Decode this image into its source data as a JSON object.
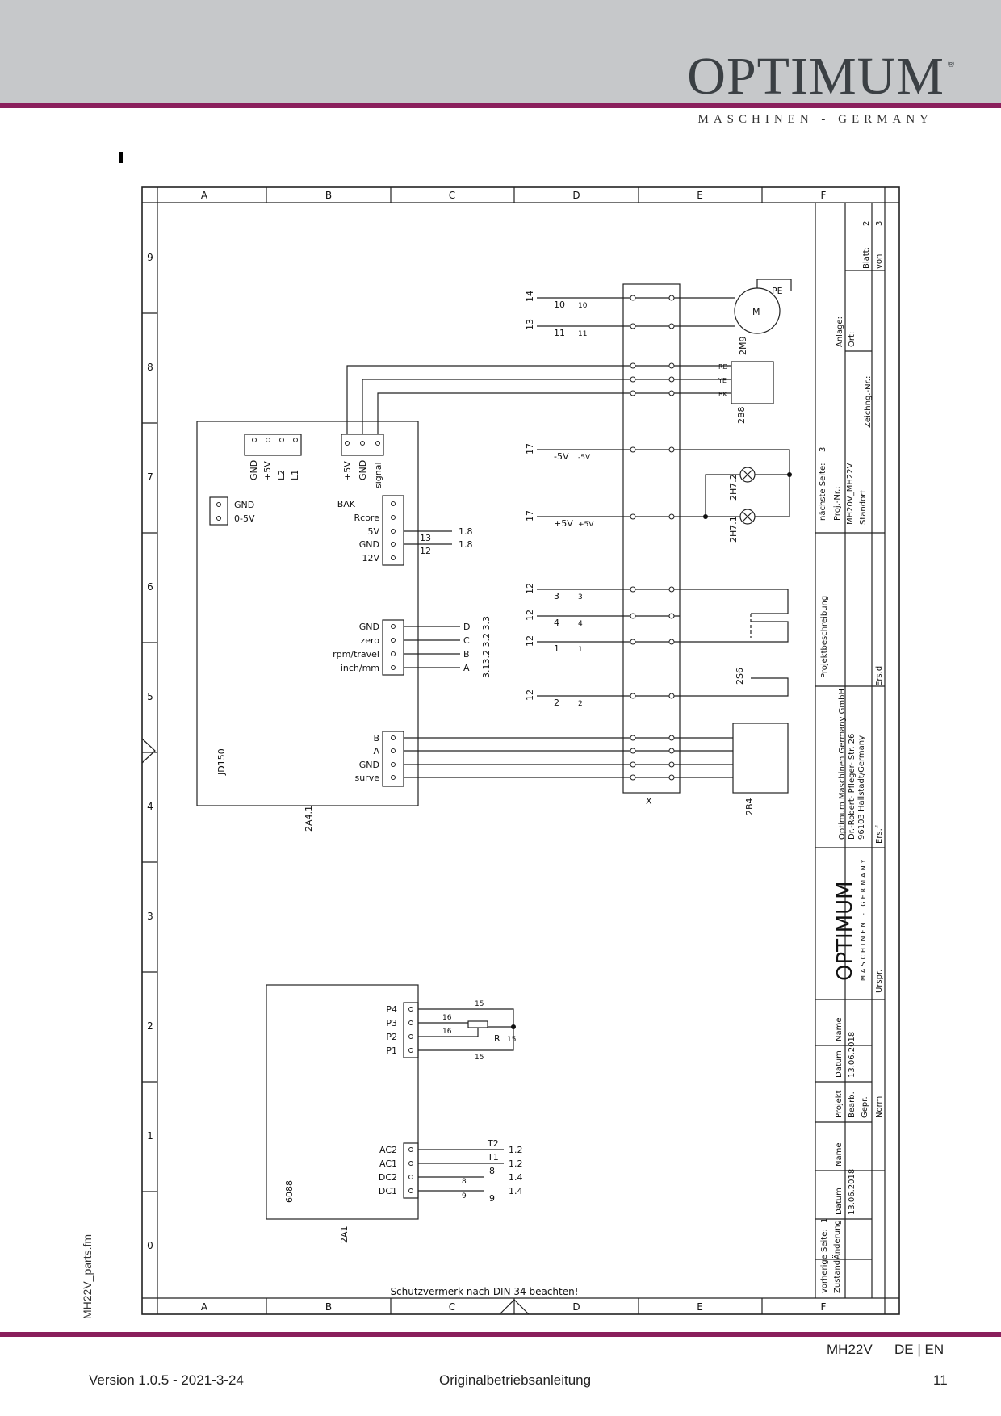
{
  "header": {
    "brand_name": "OPTIMUM",
    "brand_reg": "®",
    "brand_tagline": "MASCHINEN - GERMANY",
    "accent_color": "#8a1f5c",
    "band_color": "#c6c8ca"
  },
  "frame": {
    "columns": [
      "A",
      "B",
      "C",
      "D",
      "E",
      "F"
    ],
    "rows": [
      "0",
      "1",
      "2",
      "3",
      "4",
      "5",
      "6",
      "7",
      "8",
      "9"
    ],
    "protection_note": "Schutzvermerk nach DIN 34 beachten!"
  },
  "schematic": {
    "jd150": {
      "ref": "2A4.1",
      "type": "JD150",
      "power_terms": [
        "GND",
        "+5V",
        "L2",
        "L1"
      ],
      "sensor_terms": [
        "+5V",
        "GND",
        "signal"
      ],
      "ctrl_terms": [
        "BAK",
        "Rcore",
        "5V",
        "GND",
        "12V"
      ],
      "gnd_term": "GND",
      "vout_term": "0-5V",
      "enc_terms": [
        "GND",
        "zero",
        "rpm/travel",
        "inch/mm"
      ],
      "bus_terms": [
        "B",
        "A",
        "GND",
        "surve"
      ],
      "ctrl_refs": [
        "13",
        "12"
      ],
      "ctrl_pages": [
        "1.8",
        "1.8"
      ],
      "enc_letters": [
        "D",
        "C",
        "B",
        "A"
      ],
      "enc_ref": "3.13.2 3.2 3.3"
    },
    "a1": {
      "ref": "2A1",
      "type": "6088",
      "pot_terms": [
        "P4",
        "P3",
        "P2",
        "P1"
      ],
      "pot_label": "R",
      "pot_wires": [
        "15",
        "16",
        "16",
        "15"
      ],
      "pot_end": "15",
      "ac_terms": [
        "AC2",
        "AC1",
        "DC2",
        "DC1"
      ],
      "ac_wire_labels": [
        "T2",
        "T1",
        "8",
        "9"
      ],
      "ac_pages": [
        "1.2",
        "1.2",
        "1.4",
        "1.4"
      ],
      "ac_wire_numbers": [
        "8",
        "9"
      ]
    },
    "x": {
      "ref": "X",
      "left_refs": [
        "14",
        "13",
        "17",
        "17",
        "12",
        "12",
        "12",
        "12"
      ],
      "left_labels": [
        "10",
        "11",
        "-5V",
        "+5V",
        "3",
        "4",
        "1",
        "2"
      ],
      "wire_labels": [
        "10",
        "11",
        "-5V",
        "+5V",
        "3",
        "4",
        "1",
        "2"
      ]
    },
    "motor": {
      "ref": "2M9",
      "symbol": "M",
      "pe": "PE"
    },
    "sensor": {
      "ref": "2B8",
      "wires": [
        "RD",
        "YE",
        "BK"
      ]
    },
    "lamps": {
      "refs": [
        "2H7.2",
        "2H7.1"
      ]
    },
    "switch": {
      "ref": "2S6"
    },
    "box": {
      "ref": "2B4"
    }
  },
  "title_block": {
    "next_page_label": "nächste Seite:",
    "next_page": "3",
    "proj_nr_label": "Proj.-Nr.:",
    "proj_nr": "MH20V_MH22V",
    "standort": "Standort",
    "anlage": "Anlage:",
    "ort": "Ort:",
    "zeichng": "Zeichng.-Nr.:",
    "blatt_label": "Blatt:",
    "blatt": "2",
    "von_label": "von",
    "von": "3",
    "description": "Projektbeschreibung",
    "ers_d": "Ers.d",
    "company": [
      "Optimum Maschinen Germany GmbH",
      "Dr.-Robert- Pfleger- Str. 26",
      "96103 Hallstadt/Germany"
    ],
    "ers_f": "Ers.f",
    "logo": "OPTIMUM",
    "logo_tag": "MASCHINEN - GERMANY",
    "urspr": "Urspr.",
    "proj_cols": [
      "Projekt",
      "Datum",
      "Name"
    ],
    "bearb": "Bearb.",
    "bearb_date": "13.06.2018",
    "gepr": "Gepr.",
    "norm": "Norm",
    "rev_cols": [
      "Datum",
      "Name"
    ],
    "rev_date": "13.06.2018",
    "prev_page_label": "vorherige Seite:",
    "prev_page": "1",
    "zustand": "Zustand",
    "aenderung": "Änderung"
  },
  "footer": {
    "model": "MH22V",
    "lang": "DE | EN",
    "version": "Version 1.0.5 - 2021-3-24",
    "manual": "Originalbetriebsanleitung",
    "page": "11",
    "file": "MH22V_parts.fm"
  }
}
